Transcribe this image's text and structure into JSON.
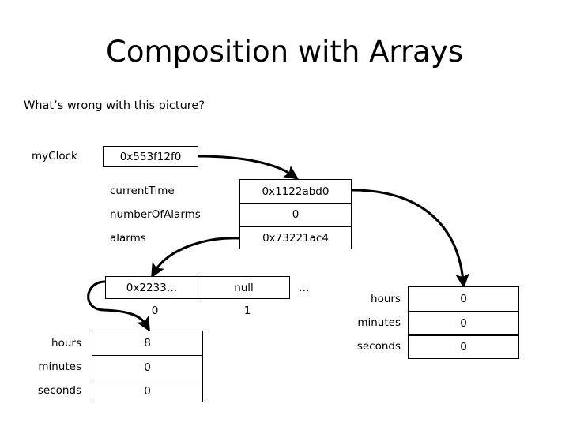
{
  "slide": {
    "title": "Composition with Arrays",
    "subtitle": "What’s wrong with this picture?"
  },
  "reference_variable": {
    "name": "myClock",
    "value": "0x553f12f0"
  },
  "clock_object": {
    "fields": [
      {
        "name": "currentTime",
        "value": "0x1122abd0"
      },
      {
        "name": "numberOfAlarms",
        "value": "0"
      },
      {
        "name": "alarms",
        "value": "0x73221ac4"
      }
    ]
  },
  "alarms_array": {
    "cells": [
      {
        "index": "0",
        "value": "0x2233…"
      },
      {
        "index": "1",
        "value": "null"
      }
    ],
    "ellipsis": "…"
  },
  "alarm_time_object": {
    "fields": [
      {
        "name": "hours",
        "value": "8"
      },
      {
        "name": "minutes",
        "value": "0"
      },
      {
        "name": "seconds",
        "value": "0"
      }
    ]
  },
  "current_time_object": {
    "fields": [
      {
        "name": "hours",
        "value": "0"
      },
      {
        "name": "minutes",
        "value": "0"
      },
      {
        "name": "seconds",
        "value": "0"
      }
    ]
  },
  "colors": {
    "background": "#ffffff",
    "ink": "#000000"
  }
}
